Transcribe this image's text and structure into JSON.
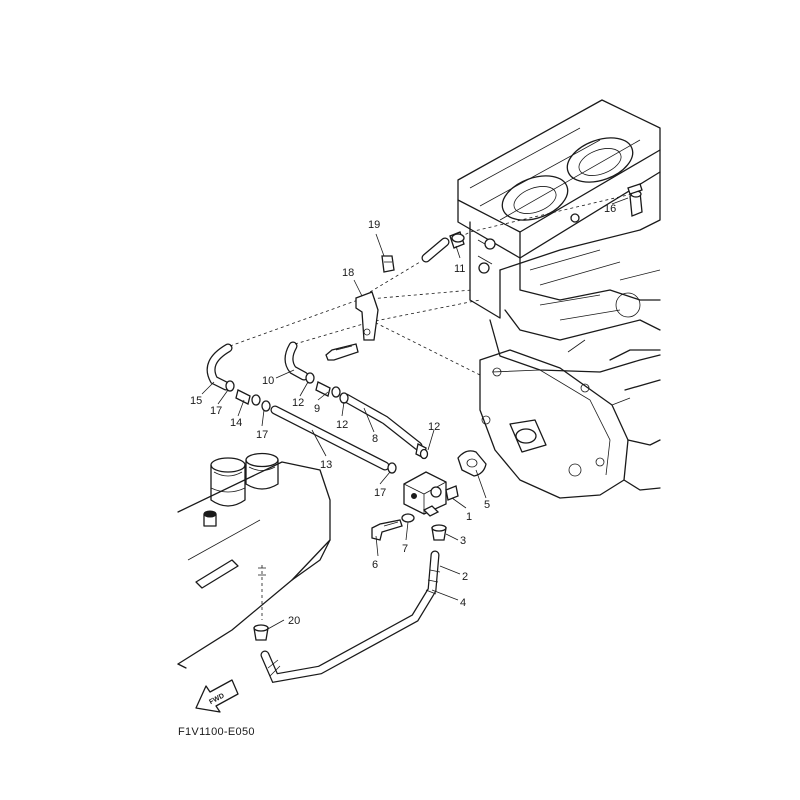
{
  "diagram": {
    "figure_code": "F1V1100-E050",
    "fwd_label": "FWD",
    "callouts": [
      "1",
      "2",
      "3",
      "4",
      "5",
      "6",
      "7",
      "8",
      "9",
      "10",
      "11",
      "12",
      "12",
      "12",
      "13",
      "14",
      "15",
      "16",
      "17",
      "17",
      "17",
      "18",
      "19",
      "20"
    ]
  }
}
